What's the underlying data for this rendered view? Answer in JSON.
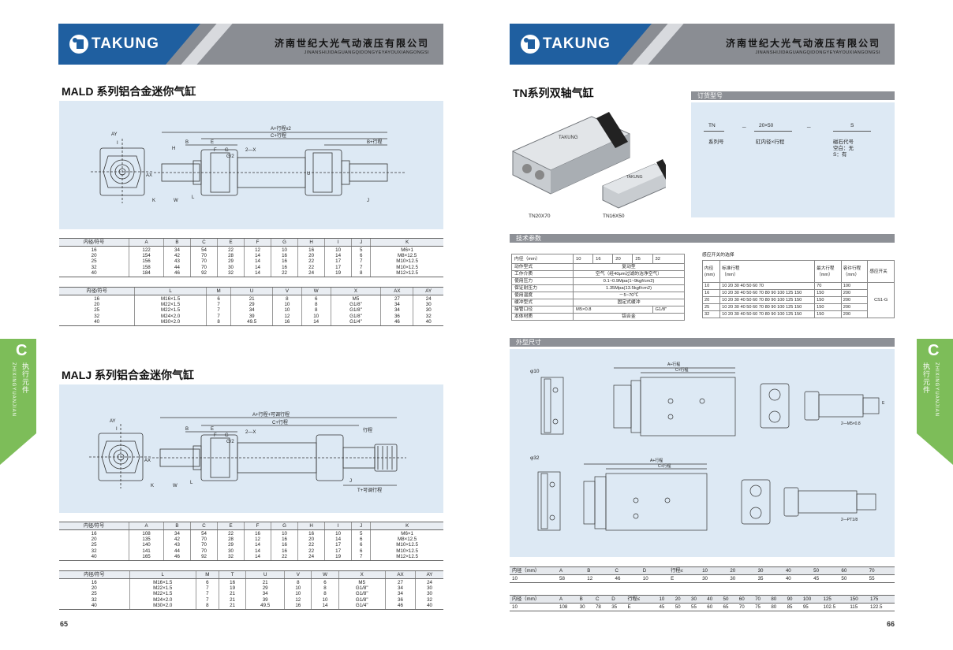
{
  "brand": {
    "logo_text": "TAKUNG",
    "company_cn": "济南世纪大光气动液压有限公司",
    "company_py": "JINANSHIJIDAGUANGQIDONGYEYAYOUXIANGONGSI"
  },
  "left": {
    "mald": {
      "title": "MALD 系列铝合金迷你气缸",
      "drawing_labels": {
        "ay": "AY",
        "ax": "AX",
        "i": "I",
        "k": "K",
        "w": "W",
        "l": "L",
        "a": "A+行程x2",
        "b": "B",
        "c": "C+行程",
        "e": "E",
        "f": "F",
        "g": "G",
        "g2": "G/2",
        "h": "H",
        "twox": "2—X",
        "u": "U",
        "b2": "B+行程",
        "j": "J"
      },
      "table1": {
        "headers": [
          "内径/符号",
          "A",
          "B",
          "C",
          "E",
          "F",
          "G",
          "H",
          "I",
          "J",
          "K"
        ],
        "rows": [
          [
            "16\n20\n25\n32\n40",
            "122\n154\n156\n158\n184",
            "34\n42\n43\n44\n46",
            "54\n70\n70\n70\n92",
            "22\n28\n29\n30\n32",
            "12\n14\n14\n14\n14",
            "10\n16\n16\n16\n22",
            "16\n20\n22\n22\n24",
            "10\n14\n17\n17\n19",
            "5\n6\n7\n7\n8",
            "M6×1\nM8×12.5\nM10×12.5\nM10×12.5\nM12×12.5"
          ]
        ]
      },
      "table2": {
        "headers": [
          "内径/符号",
          "L",
          "M",
          "U",
          "V",
          "W",
          "X",
          "AX",
          "AY"
        ],
        "rows": [
          [
            "16\n20\n25\n32\n40",
            "M16×1.5\nM22×1.5\nM22×1.5\nM24×2.0\nM30×2.0",
            "6\n7\n7\n7\n8",
            "21\n29\n34\n39\n49.5",
            "8\n10\n10\n12\n16",
            "6\n8\n8\n10\n14",
            "M5\nG1/8\"\nG1/8\"\nG1/8\"\nG1/4\"",
            "27\n34\n34\n36\n46",
            "24\n30\n30\n32\n40"
          ]
        ]
      }
    },
    "malj": {
      "title": "MALJ 系列铝合金迷你气缸",
      "drawing_labels": {
        "ay": "AY",
        "ax": "AX",
        "i": "I",
        "k": "K",
        "w": "W",
        "l": "L",
        "a": "A+行程+可调行程",
        "b": "B",
        "c": "C+行程",
        "e": "E",
        "f": "F",
        "g": "G",
        "g2": "G/2",
        "twox": "2—X",
        "j": "J",
        "stroke": "行程",
        "t": "T+可调行程"
      },
      "table1": {
        "headers": [
          "内径/符号",
          "A",
          "B",
          "C",
          "E",
          "F",
          "G",
          "H",
          "I",
          "J",
          "K"
        ],
        "rows": [
          [
            "16\n20\n25\n32\n40",
            "108\n135\n140\n141\n165",
            "34\n42\n43\n44\n46",
            "54\n70\n70\n70\n92",
            "22\n28\n29\n30\n32",
            "16\n12\n14\n14\n14",
            "10\n16\n16\n16\n22",
            "16\n20\n22\n22\n24",
            "10\n14\n17\n17\n19",
            "5\n6\n6\n6\n7",
            "M6×1\nM8×12.5\nM10×12.5\nM10×12.5\nM12×12.5"
          ]
        ]
      },
      "table2": {
        "headers": [
          "内径/符号",
          "L",
          "M",
          "T",
          "U",
          "V",
          "W",
          "X",
          "AX",
          "AY"
        ],
        "rows": [
          [
            "16\n20\n25\n32\n40",
            "M16×1.5\nM22×1.5\nM22×1.5\nM24×2.0\nM30×2.0",
            "6\n7\n7\n7\n8",
            "16\n19\n21\n21\n21",
            "21\n29\n34\n39\n49.5",
            "8\n10\n10\n12\n16",
            "6\n8\n8\n10\n14",
            "M5\nG1/8\"\nG1/8\"\nG1/8\"\nG1/4\"",
            "27\n34\n34\n36\n46",
            "24\n30\n30\n32\n40"
          ]
        ]
      }
    },
    "tab": {
      "letter": "C",
      "cn": "执行元件",
      "py": "ZHIXINGYUANJIAN"
    },
    "page_number": "65"
  },
  "right": {
    "tn": {
      "title": "TN系列双轴气缸",
      "product1_caption": "TN20X70",
      "product2_caption": "TN16X50",
      "product_brand": "TAKUNG"
    },
    "order": {
      "bar_label": "订货型号",
      "codes": [
        "TN",
        "－",
        "20×50",
        "－",
        "S"
      ],
      "label_series": "系列号",
      "label_bore": "缸内径×行程",
      "label_magnet_l1": "磁石代号",
      "label_magnet_l2": "空白：无",
      "label_magnet_l3": "S：有"
    },
    "tech": {
      "bar_label": "技术参数",
      "bore_label": "内径（mm）",
      "bores": [
        "10",
        "16",
        "20",
        "25",
        "32"
      ],
      "rows": [
        {
          "k": "动作型式",
          "v": "复动型"
        },
        {
          "k": "工作介质",
          "v": "空气（经40μm过滤的洁净空气）"
        },
        {
          "k": "使用压力",
          "v": "0.1~0.9Mpa(1~9kgf/cm2)"
        },
        {
          "k": "保证耐压力",
          "v": "1.35Mpa(13.5kgf/cm2)"
        },
        {
          "k": "使用温度",
          "v": "－5~70℃"
        },
        {
          "k": "缓冲型式",
          "v": "固定式缓冲"
        },
        {
          "k": "接管口径",
          "v": "M5×0.8",
          "v2": "G1/8\""
        },
        {
          "k": "本体材质",
          "v": "铝合金"
        }
      ]
    },
    "switch": {
      "caption": "感应开关的选择",
      "headers": [
        "内径\n(mm)",
        "标准行程\n（mm）",
        "最大行程\n（mm）",
        "容许行程\n（mm）",
        "感应开关"
      ],
      "rows": [
        [
          "10",
          "10  20  30  40  50  60  70",
          "70",
          "100"
        ],
        [
          "16",
          "10  20  30  40  50  60  70  80  90  100  125  150",
          "150",
          "200"
        ],
        [
          "20",
          "10  20  30  40  50  60  70  80  90  100  125  150",
          "150",
          "200"
        ],
        [
          "25",
          "10  20  30  40  50  60  70  80  90  100  125  150",
          "150",
          "200"
        ],
        [
          "32",
          "10  20  30  40  50  60  70  80  90  100  125  150",
          "150",
          "200"
        ]
      ],
      "switch_name": "CS1-G"
    },
    "outline": {
      "bar_label": "外型尺寸",
      "phi10": "φ10",
      "phi32": "φ32",
      "drawing_labels": {
        "a_stroke": "A+行程",
        "c_stroke": "C+行程",
        "m5": "2—M5×0.8",
        "pt18": "2—PT1/8",
        "e": "E"
      }
    },
    "dim1": {
      "headers": [
        "内径（mm）",
        "A",
        "B",
        "C",
        "D",
        "行程≤",
        "10",
        "20",
        "30",
        "40",
        "50",
        "60",
        "70"
      ],
      "row": [
        "10",
        "58",
        "12",
        "46",
        "10",
        "E",
        "30",
        "30",
        "35",
        "40",
        "45",
        "50",
        "55"
      ]
    },
    "dim2": {
      "headers": [
        "内径（mm）",
        "A",
        "B",
        "C",
        "D",
        "行程≤",
        "10",
        "20",
        "30",
        "40",
        "50",
        "60",
        "70",
        "80",
        "90",
        "100",
        "125",
        "150",
        "175"
      ],
      "row": [
        "10",
        "108",
        "30",
        "78",
        "35",
        "E",
        "45",
        "50",
        "55",
        "60",
        "65",
        "70",
        "75",
        "80",
        "85",
        "95",
        "102.5",
        "115",
        "122.5"
      ]
    },
    "tab": {
      "letter": "C",
      "cn": "执行元件",
      "py": "ZHIXINGYUANJIAN"
    },
    "page_number": "66"
  },
  "colors": {
    "header_blue": "#1f5fa0",
    "header_gray": "#8a8d93",
    "panel": "#dde9f4",
    "tab_green": "#7dbd59"
  }
}
